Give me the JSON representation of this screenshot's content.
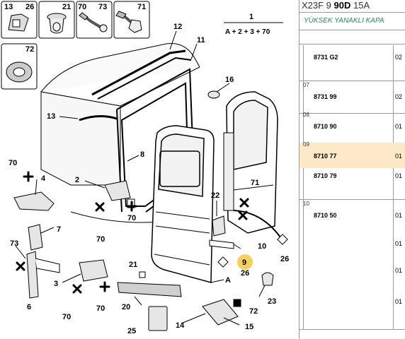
{
  "header": {
    "prefix": "X23F 9",
    "model": "90D",
    "suffix": "15A",
    "subtitle": "YÜKSEK YANAKLI KAPA"
  },
  "parts": [
    {
      "idx": "",
      "code": "8731 G2",
      "qty": "02",
      "highlight": false
    },
    {
      "idx": "07",
      "code": "8731 99",
      "qty": "02",
      "highlight": false
    },
    {
      "idx": "08",
      "code": "8710 90",
      "qty": "01",
      "highlight": false
    },
    {
      "idx": "09",
      "code": "8710 77",
      "qty": "01",
      "highlight": true
    },
    {
      "idx": "",
      "code": "8710 79",
      "qty": "01",
      "highlight": false
    },
    {
      "idx": "10",
      "code": "8710 50",
      "qty": "01",
      "highlight": false
    },
    {
      "idx": "",
      "code": "",
      "qty": "01",
      "highlight": false
    },
    {
      "idx": "",
      "code": "",
      "qty": "01",
      "highlight": false
    },
    {
      "idx": "",
      "code": "",
      "qty": "01",
      "highlight": false
    }
  ],
  "icons": [
    {
      "label_a": "13",
      "label_b": "26"
    },
    {
      "label_a": "21",
      "label_b": ""
    },
    {
      "label_a": "70",
      "label_b": "73"
    },
    {
      "label_a": "71",
      "label_b": ""
    },
    {
      "label_a": "72",
      "label_b": ""
    }
  ],
  "formula": {
    "number": "1",
    "text": "A + 2 + 3 + 70"
  },
  "callouts": {
    "c12": "12",
    "c11": "11",
    "c16": "16",
    "c13": "13",
    "c8": "8",
    "c70a": "70",
    "c4": "4",
    "c2": "2",
    "c70b": "70",
    "c70c": "70",
    "c7": "7",
    "c73": "73",
    "c6": "6",
    "c3": "3",
    "c70d": "70",
    "c70e": "70",
    "c20": "20",
    "c21": "21",
    "c25": "25",
    "c14": "14",
    "c15": "15",
    "c72": "72",
    "c23": "23",
    "cA1": "A",
    "c22": "22",
    "c71": "71",
    "c10": "10",
    "c9": "9",
    "c26a": "26",
    "c26b": "26"
  },
  "colors": {
    "highlight_row": "#fde9c7",
    "highlight_callout": "#f5c842",
    "subtitle": "#2e8b57"
  }
}
